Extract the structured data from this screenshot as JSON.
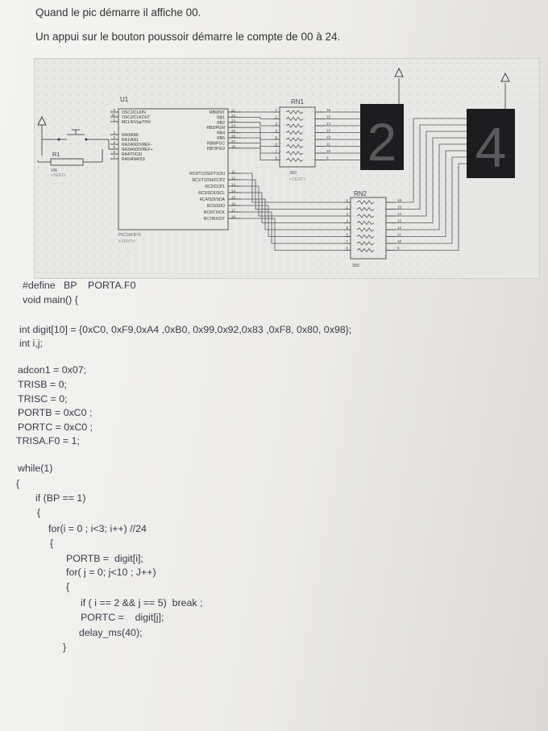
{
  "intro": {
    "line1": "Quand le pic démarre il affiche 00.",
    "line2": "Un appui sur le bouton poussoir démarre le compte de 00 à 24."
  },
  "schematic": {
    "u1": {
      "ref": "U1",
      "part": "PIC16F876",
      "text": "<TEXT>",
      "left_pins": [
        {
          "num": "9",
          "name": "OSC1/CLKIN"
        },
        {
          "num": "10",
          "name": "OSC2/CLKOUT"
        },
        {
          "num": "1",
          "name": "MCLR/Vpp/THV"
        },
        {
          "num": "2",
          "name": "RA0/AN0"
        },
        {
          "num": "3",
          "name": "RA1/AN1"
        },
        {
          "num": "4",
          "name": "RA2/AN2/VREF-"
        },
        {
          "num": "5",
          "name": "RA3/AN3/VREF+"
        },
        {
          "num": "6",
          "name": "RA4/T0CKI"
        },
        {
          "num": "7",
          "name": "RA5/AN4/SS"
        }
      ],
      "portb_pins": [
        {
          "num": "21",
          "name": "RB0/INT"
        },
        {
          "num": "22",
          "name": "RB1"
        },
        {
          "num": "23",
          "name": "RB2"
        },
        {
          "num": "24",
          "name": "RB3/PGM"
        },
        {
          "num": "25",
          "name": "RB4"
        },
        {
          "num": "26",
          "name": "RB5"
        },
        {
          "num": "27",
          "name": "RB6/PGC"
        },
        {
          "num": "28",
          "name": "RB7/PGD"
        }
      ],
      "portc_pins": [
        {
          "num": "11",
          "name": "RC0/T1OSO/T1CKI"
        },
        {
          "num": "12",
          "name": "RC1/T1OSI/CCP2"
        },
        {
          "num": "13",
          "name": "RC2/CCP1"
        },
        {
          "num": "14",
          "name": "RC3/SCK/SCL"
        },
        {
          "num": "15",
          "name": "RC4/SDI/SDA"
        },
        {
          "num": "16",
          "name": "RC5/SDO"
        },
        {
          "num": "17",
          "name": "RC6/TX/CK"
        },
        {
          "num": "18",
          "name": "RC7/RX/DT"
        }
      ]
    },
    "r1": {
      "ref": "R1",
      "value": "10k",
      "text": "<TEXT>"
    },
    "rn1": {
      "ref": "RN1",
      "value": "300",
      "text": "<TEXT>",
      "left_pins": [
        "1",
        "2",
        "3",
        "4",
        "5",
        "6",
        "7",
        "8"
      ],
      "right_pins": [
        "16",
        "15",
        "14",
        "13",
        "12",
        "11",
        "10",
        "9"
      ]
    },
    "rn2": {
      "ref": "RN2",
      "value": "300",
      "left_pins": [
        "1",
        "2",
        "3",
        "4",
        "5",
        "6",
        "7",
        "8"
      ],
      "right_pins": [
        "16",
        "15",
        "14",
        "13",
        "12",
        "11",
        "10",
        "9"
      ]
    },
    "display1_digit": "2",
    "display2_digit": "4"
  },
  "code": [
    "#define   BP    PORTA.F0",
    "void main() {",
    "int digit[10] = {0xC0, 0xF9,0xA4 ,0xB0, 0x99,0x92,0x83 ,0xF8, 0x80, 0x98};",
    "int i,j;",
    "adcon1 = 0x07;",
    "TRISB = 0;",
    "TRISC = 0;",
    "PORTB = 0xC0 ;",
    "PORTC = 0xC0 ;",
    "TRISA.F0 = 1;",
    "while(1)",
    "{",
    "if (BP == 1)",
    "{",
    "for(i = 0 ; i<3; i++) //24",
    "{",
    "PORTB =  digit[i];",
    "for( j = 0; j<10 ; J++)",
    "{",
    "if ( i == 2 && j == 5)  break ;",
    "PORTC =    digit[j];",
    "delay_ms(40);",
    "}"
  ]
}
